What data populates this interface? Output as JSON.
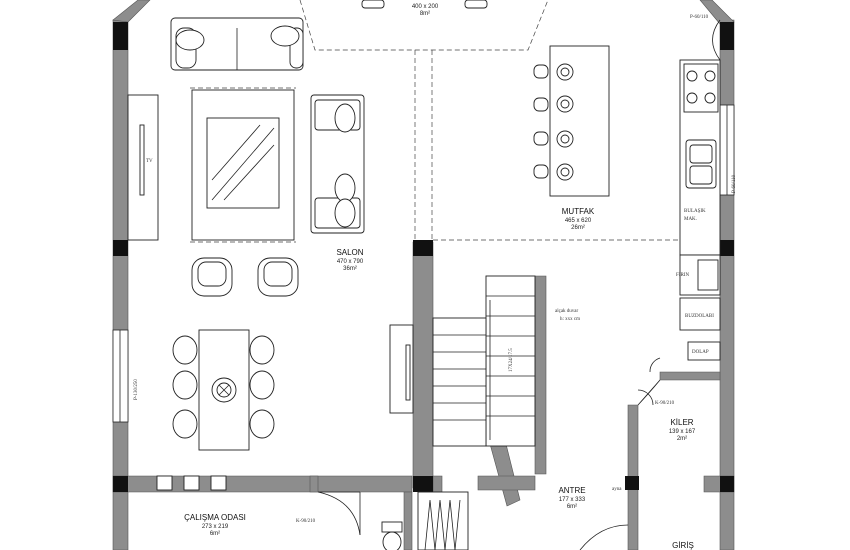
{
  "rooms": {
    "salon": {
      "name": "SALON",
      "dims": "470 x 790",
      "area": "36m²"
    },
    "mutfak": {
      "name": "MUTFAK",
      "dims": "465 x 620",
      "area": "26m²"
    },
    "top": {
      "dims": "400 x 200",
      "area": "8m²"
    },
    "kiler": {
      "name": "KİLER",
      "dims": "139 x 167",
      "area": "2m²"
    },
    "antre": {
      "name": "ANTRE",
      "dims": "177 x 333",
      "area": "6m²"
    },
    "calisma": {
      "name": "ÇALIŞMA ODASI",
      "dims": "273 x 219",
      "area": "6m²"
    },
    "giris": {
      "name": "GİRİŞ"
    }
  },
  "labels": {
    "tv": "TV",
    "window_left": "P-130/250",
    "window_right_top": "P-60/110",
    "window_right_mid": "P-60/110",
    "door_kiler": "K-90/210",
    "door_calisma": "K-90/210",
    "bulasik": "BULAŞIK",
    "bulasik2": "MAK.",
    "firin": "FIRIN",
    "buzdolabi": "BUZDOLABI",
    "dolap": "DOLAP",
    "stair_dims": "17X24/17.5",
    "stair_note1": "alçak duvar",
    "stair_note2": "h: xxx cm",
    "ayna": "ayna"
  }
}
